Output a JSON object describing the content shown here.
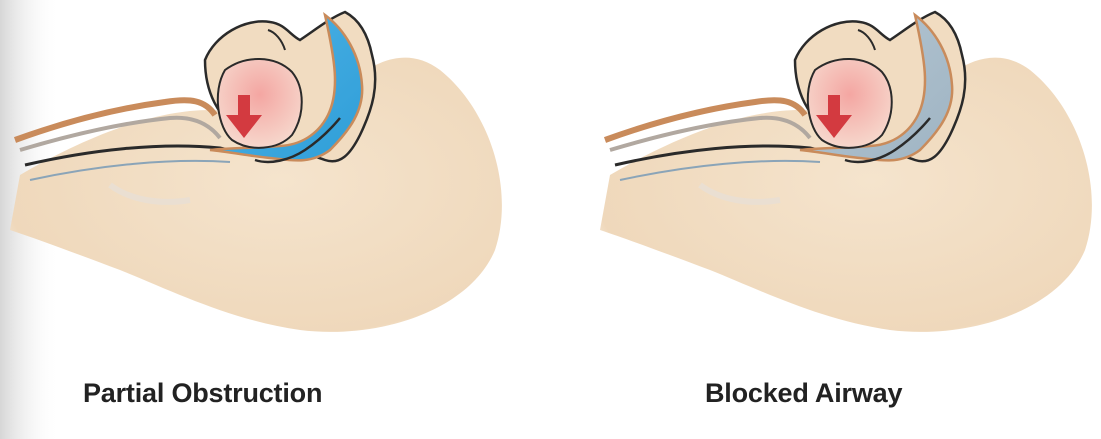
{
  "panels": [
    {
      "caption": "Partial Obstruction",
      "airway_state": "partially-open",
      "airway_color": "#39a7e0"
    },
    {
      "caption": "Blocked Airway",
      "airway_state": "blocked",
      "airway_color": "#a9bfce"
    }
  ],
  "colors": {
    "skin": "#f1dcc1",
    "skin_shadow": "#e5c8a6",
    "outline": "#2a2a2a",
    "tongue": "#f2b8b0",
    "arrow": "#d33a40",
    "tissue_edge": "#c98b5b",
    "caption_text": "#222222"
  },
  "icons": [
    "head-profile-illustration",
    "tongue-arrow-icon"
  ]
}
